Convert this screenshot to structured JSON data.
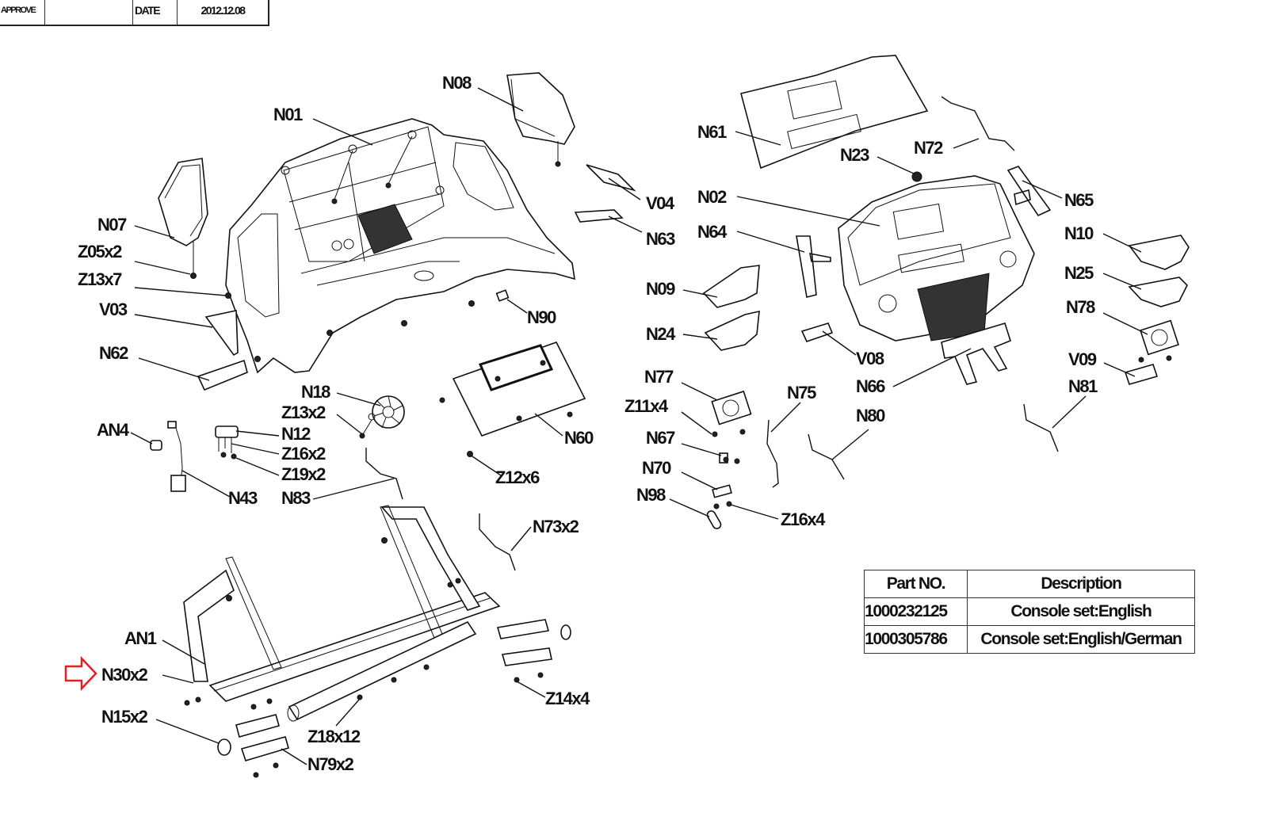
{
  "header": {
    "approve_label": "APPROVE",
    "approve_value": "",
    "date_label": "DATE",
    "date_value": "2012.12.08"
  },
  "callouts": {
    "N01": "N01",
    "N08": "N08",
    "N07": "N07",
    "Z05x2": "Z05x2",
    "Z13x7": "Z13x7",
    "V03": "V03",
    "N62": "N62",
    "V04": "V04",
    "N63": "N63",
    "N90": "N90",
    "N18": "N18",
    "Z13x2": "Z13x2",
    "N12": "N12",
    "Z16x2": "Z16x2",
    "Z19x2": "Z19x2",
    "AN4": "AN4",
    "N43": "N43",
    "N83": "N83",
    "N60": "N60",
    "Z12x6": "Z12x6",
    "N73x2": "N73x2",
    "AN1": "AN1",
    "N30x2": "N30x2",
    "N15x2": "N15x2",
    "Z18x12": "Z18x12",
    "N79x2": "N79x2",
    "Z14x4": "Z14x4",
    "N61": "N61",
    "N72": "N72",
    "N23": "N23",
    "N02": "N02",
    "N65": "N65",
    "N64": "N64",
    "N10": "N10",
    "N25": "N25",
    "N09": "N09",
    "N24": "N24",
    "N78": "N78",
    "V08": "V08",
    "N66": "N66",
    "V09": "V09",
    "N81": "N81",
    "N77": "N77",
    "Z11x4": "Z11x4",
    "N75": "N75",
    "N80": "N80",
    "N67": "N67",
    "N70": "N70",
    "N98": "N98",
    "Z16x4": "Z16x4"
  },
  "highlight": {
    "target": "N30x2",
    "arrow_color": "#e02020"
  },
  "parts_table": {
    "headers": [
      "Part NO.",
      "Description"
    ],
    "rows": [
      {
        "part_no": "1000232125",
        "description": "Console set:English"
      },
      {
        "part_no": "1000305786",
        "description": "Console set:English/German"
      }
    ]
  }
}
